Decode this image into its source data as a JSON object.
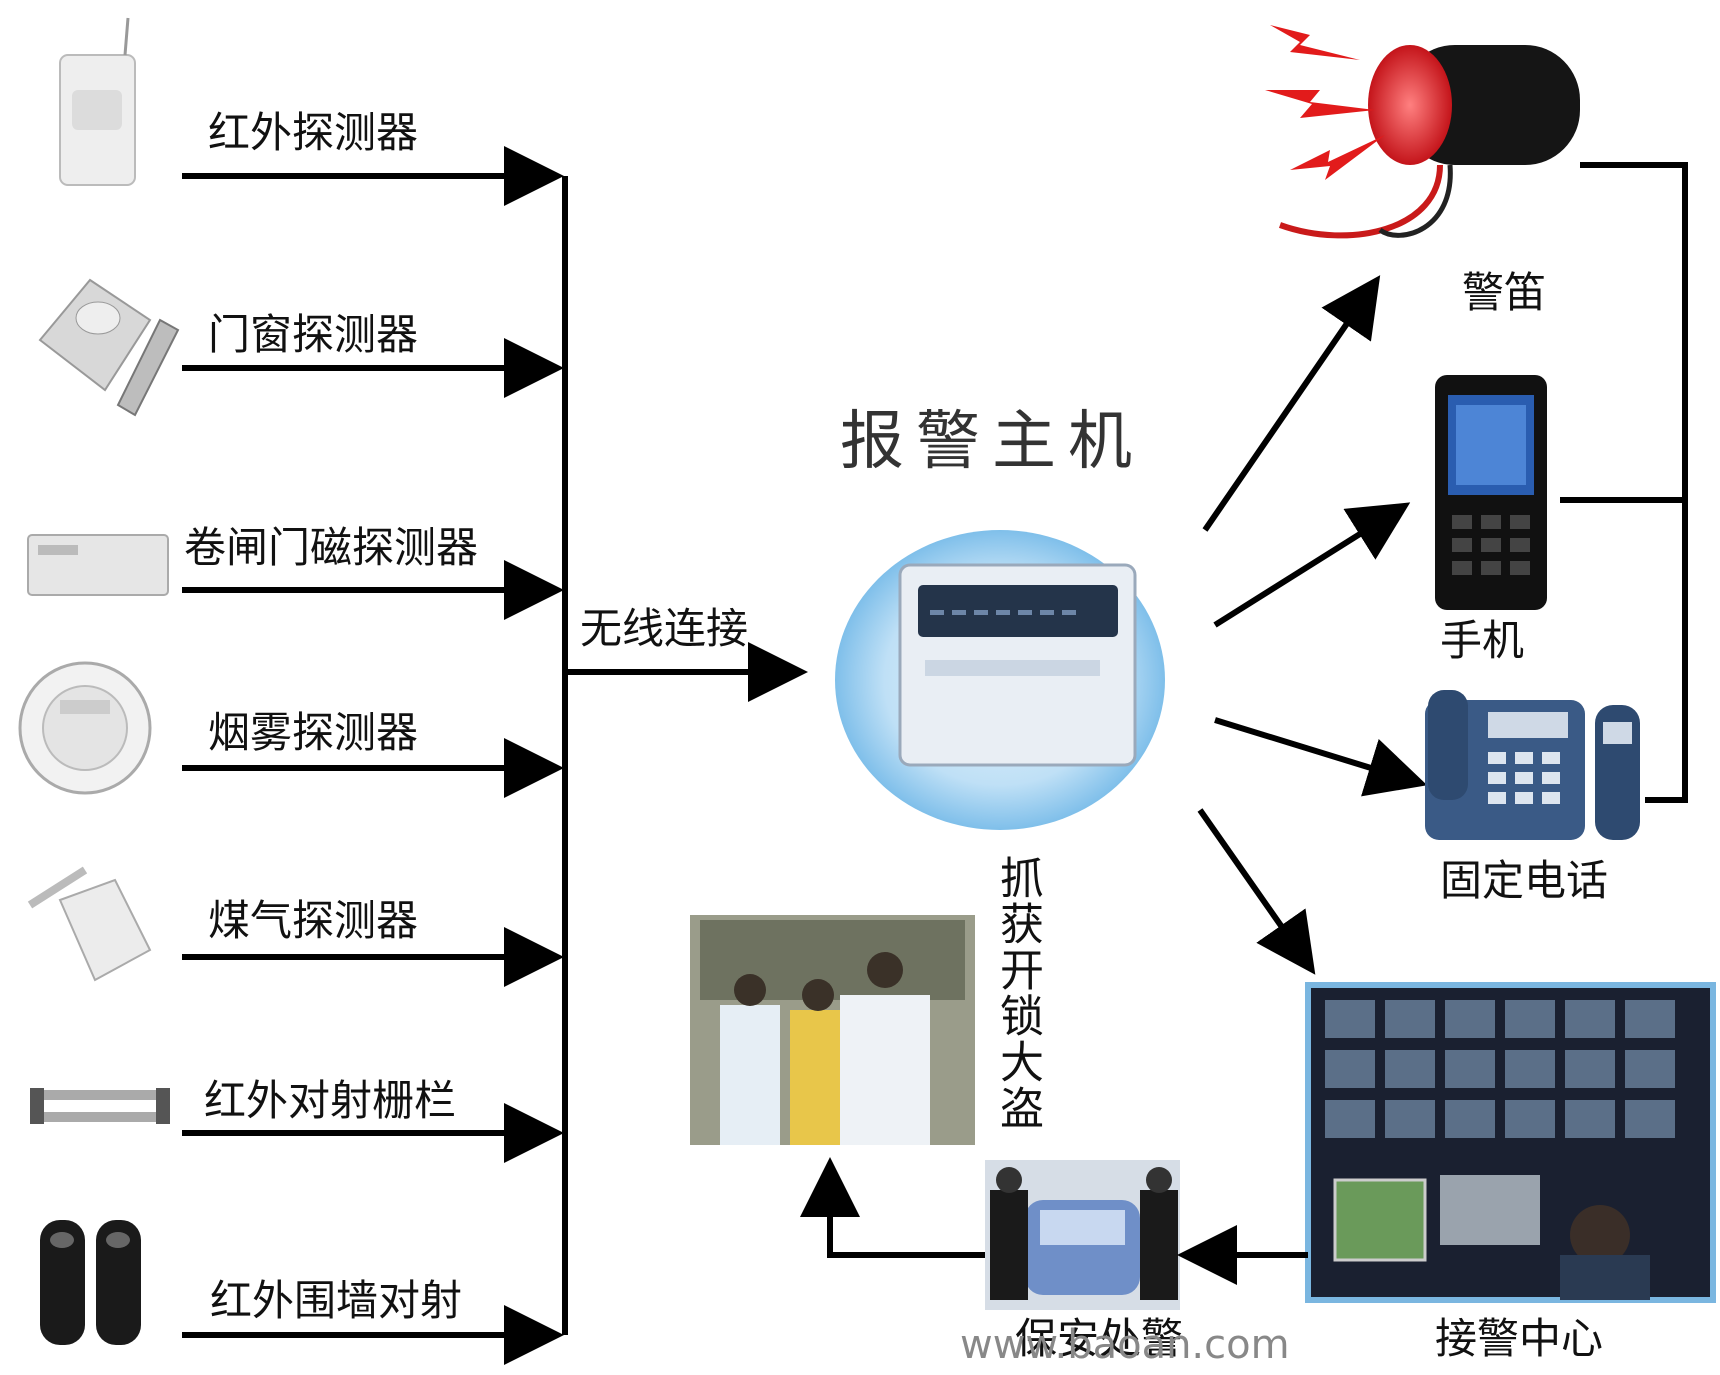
{
  "title": "报警主机",
  "sensors": [
    {
      "label": "红外探测器",
      "icon": "pir-sensor-icon"
    },
    {
      "label": "门窗探测器",
      "icon": "door-window-sensor-icon"
    },
    {
      "label": "卷闸门磁探测器",
      "icon": "rolling-door-sensor-icon"
    },
    {
      "label": "烟雾探测器",
      "icon": "smoke-detector-icon"
    },
    {
      "label": "煤气探测器",
      "icon": "gas-detector-icon"
    },
    {
      "label": "红外对射栅栏",
      "icon": "infrared-fence-icon"
    },
    {
      "label": "红外围墙对射",
      "icon": "infrared-wall-icon"
    }
  ],
  "wireless_label": "无线连接",
  "outputs": {
    "siren": "警笛",
    "phone": "手机",
    "landline": "固定电话",
    "center": "接警中心"
  },
  "capture_label": "抓获开锁大盗",
  "police_label": "保安处警",
  "watermark": "www.baoan.com",
  "colors": {
    "arrow": "#000000",
    "panel_glow": "#8fc8ee",
    "center_frame": "#7ab6e0"
  }
}
